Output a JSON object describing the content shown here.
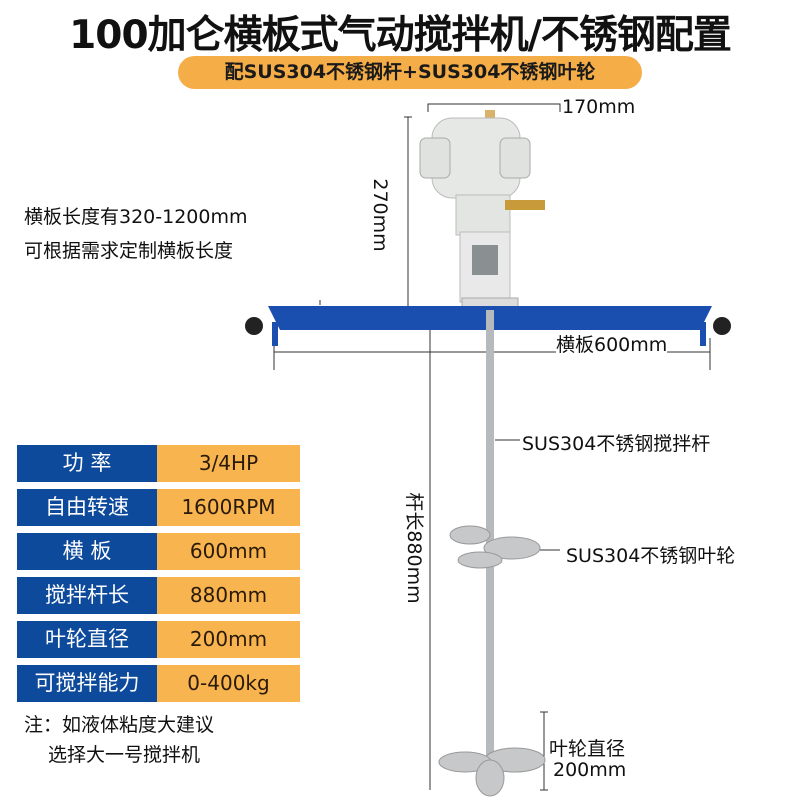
{
  "title": "100加仑横板式气动搅拌机/不锈钢配置",
  "subtitle": "配SUS304不锈钢杆+SUS304不锈钢叶轮",
  "dimensions": {
    "width": "170mm",
    "height": "270mm",
    "plate": "横板600mm",
    "rod": "杆长880mm",
    "impeller_label": "叶轮直径",
    "impeller": "200mm"
  },
  "plate_note": [
    "横板长度有320-1200mm",
    "可根据需求定制横板长度"
  ],
  "callouts": {
    "rod": "SUS304不锈钢搅拌杆",
    "impeller": "SUS304不锈钢叶轮"
  },
  "specs": [
    {
      "k": "功 率",
      "v": "3/4HP"
    },
    {
      "k": "自由转速",
      "v": "1600RPM"
    },
    {
      "k": "横 板",
      "v": "600mm"
    },
    {
      "k": "搅拌杆长",
      "v": "880mm"
    },
    {
      "k": "叶轮直径",
      "v": "200mm"
    },
    {
      "k": "可搅拌能力",
      "v": "0-400kg"
    }
  ],
  "note": [
    "注：如液体粘度大建议",
    "选择大一号搅拌机"
  ],
  "colors": {
    "blue": "#0e4a9b",
    "orange": "#f8b44e"
  }
}
